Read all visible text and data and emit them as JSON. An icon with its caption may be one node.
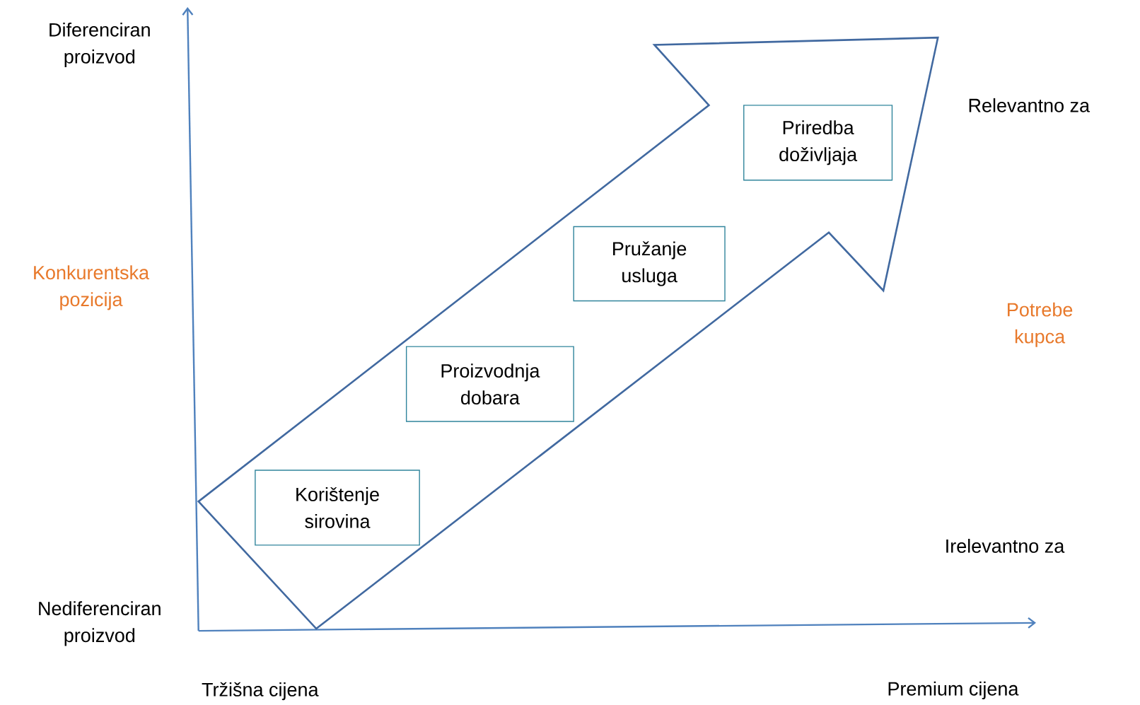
{
  "diagram": {
    "nodes": [
      {
        "text": [
          "Korištenje sirovina"
        ]
      },
      {
        "text": [
          "Proizvodnja dobara"
        ]
      },
      {
        "text": [
          "Pružanje usluga"
        ]
      },
      {
        "text": [
          "Priredba doživljaja"
        ]
      }
    ],
    "labels": [
      "Diferenciran proizvod",
      "Relevantno za",
      "Konkurentska pozicija",
      "Potrebe kupca",
      "Irelevantno za",
      "Nediferenciran proizvod",
      "Tržišna cijena",
      "Premium  cijena"
    ]
  }
}
